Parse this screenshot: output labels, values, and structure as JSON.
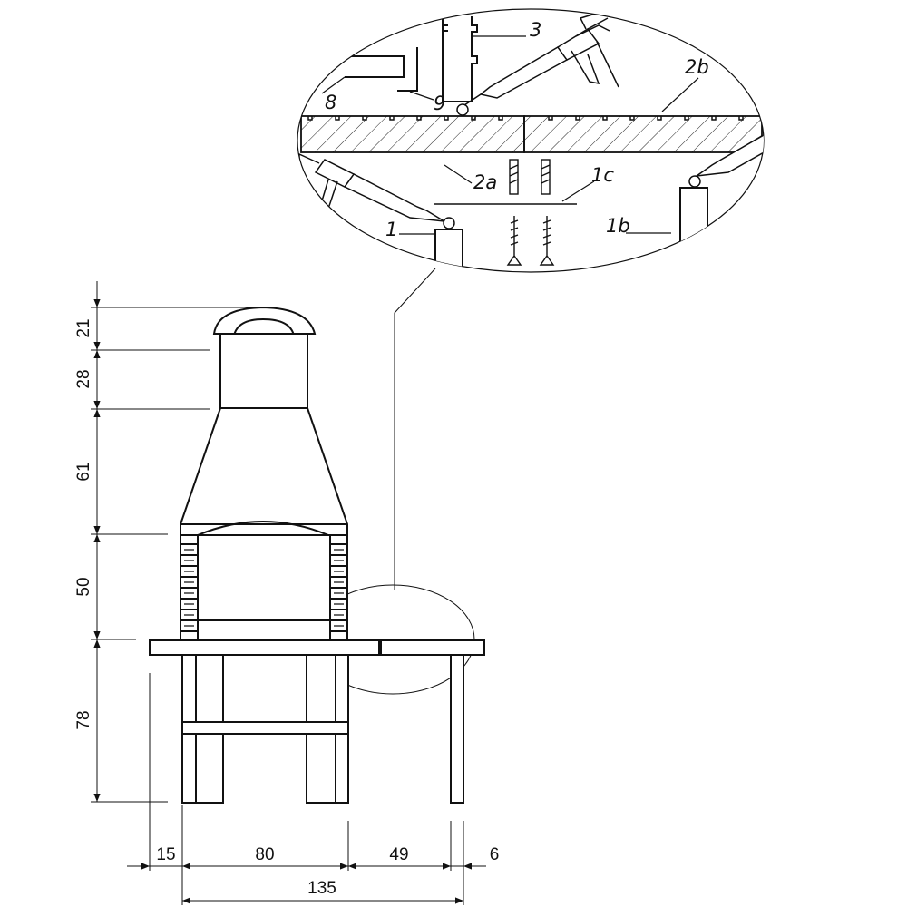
{
  "dimensions": {
    "vertical": [
      "21",
      "28",
      "61",
      "50",
      "78"
    ],
    "horizontal": [
      "15",
      "80",
      "49",
      "6"
    ],
    "total_width": "135"
  },
  "callouts": {
    "c3": "3",
    "c2b": "2b",
    "c8": "8",
    "c9": "9",
    "c2a": "2a",
    "c1c": "1c",
    "c1": "1",
    "c1b": "1b"
  }
}
